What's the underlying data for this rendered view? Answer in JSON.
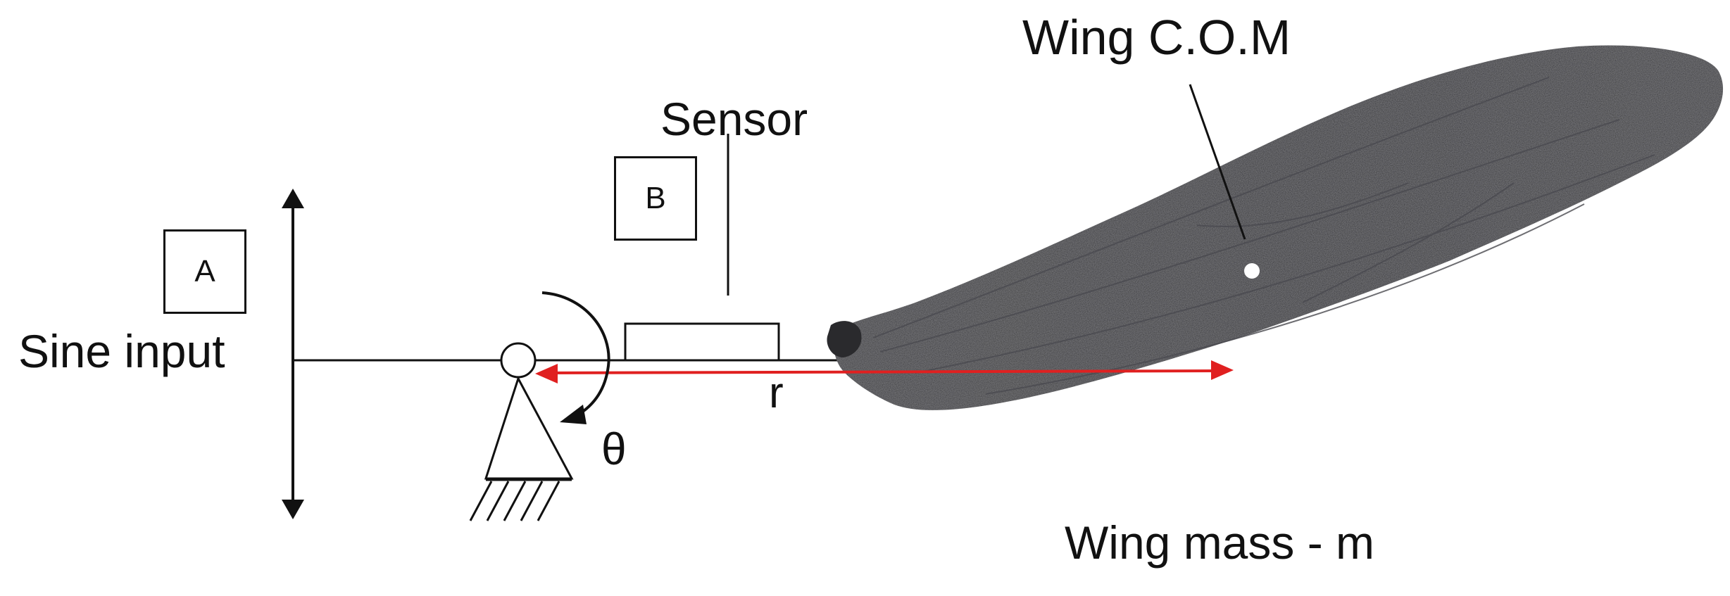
{
  "labels": {
    "wing_com": "Wing C.O.M",
    "sensor": "Sensor",
    "box_a": "A",
    "box_b": "B",
    "sine_input": "Sine input",
    "radius": "r",
    "theta": "θ",
    "wing_mass": "Wing mass - m"
  },
  "colors": {
    "line": "#111111",
    "arrow_red": "#e02020",
    "wing_dark": "#2b2b2e",
    "wing_mid": "#3c3c40",
    "com_dot": "#ffffff"
  },
  "icons": {
    "pivot": "pin-joint-circle",
    "ground": "hatched-ground-support",
    "rotation": "curved-rotation-arrow",
    "actuation": "double-headed-vertical-arrow"
  }
}
